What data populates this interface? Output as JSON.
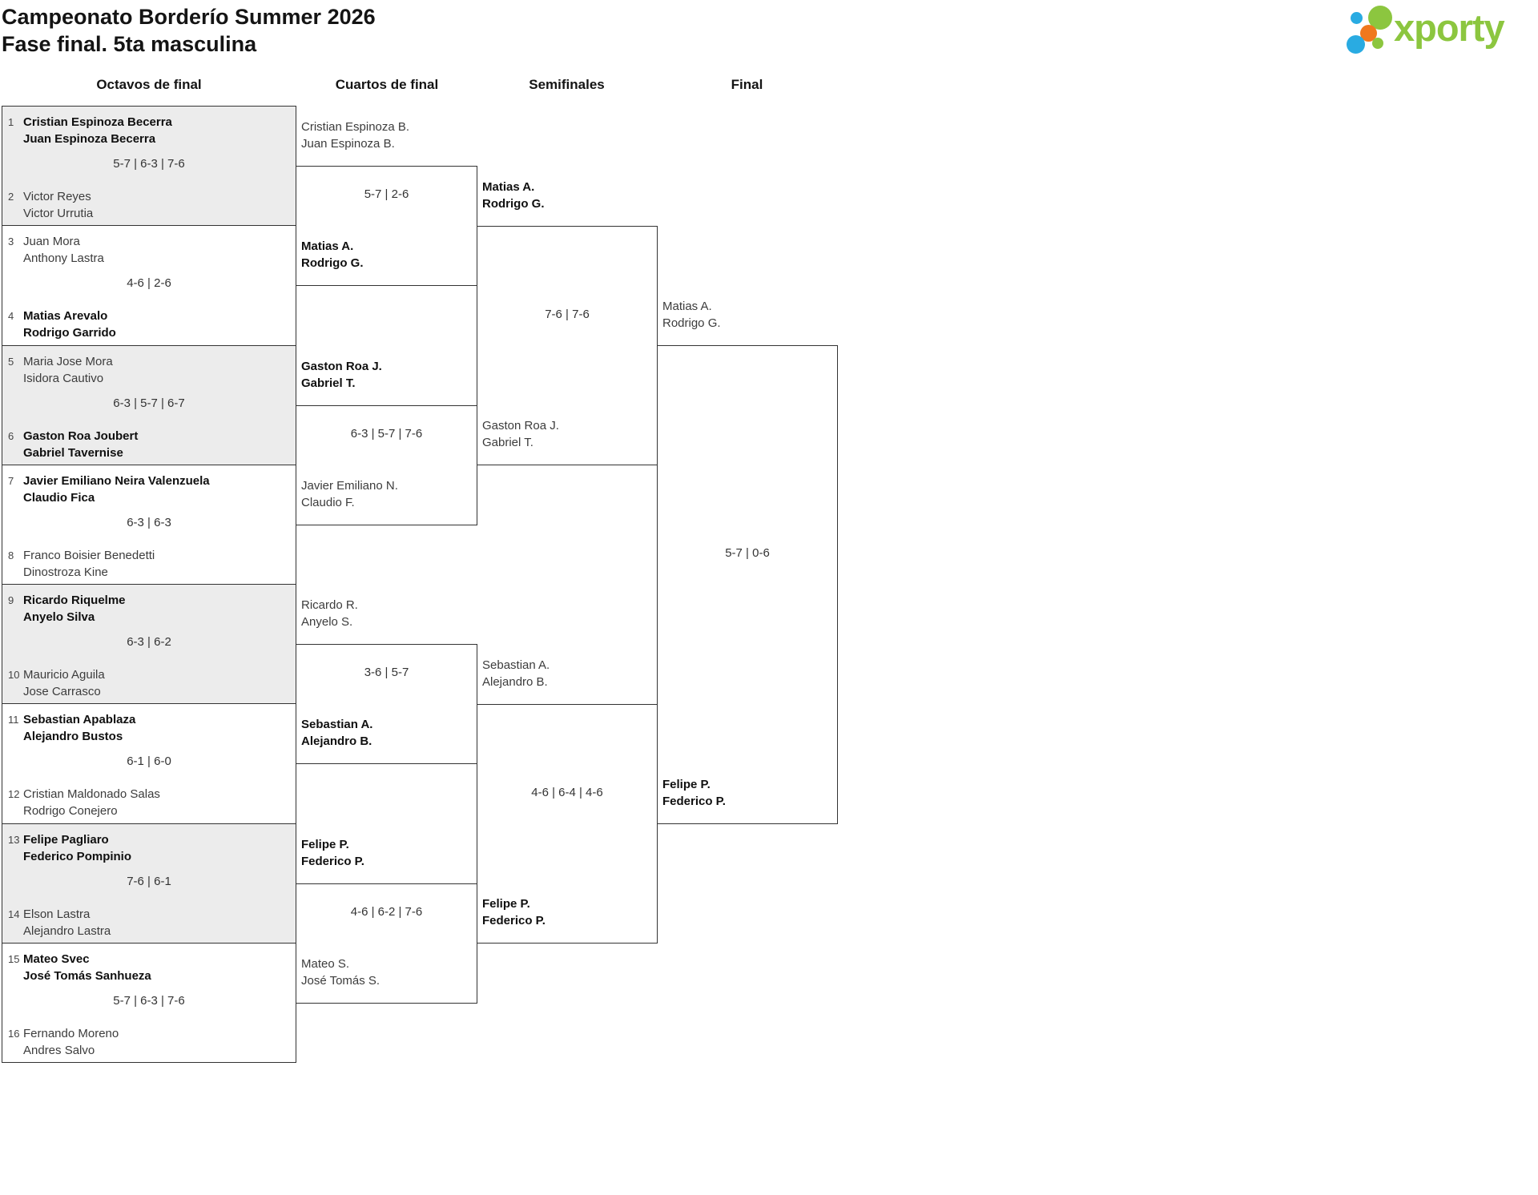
{
  "title": {
    "line1": "Campeonato Borderío Summer 2026",
    "line2": "Fase final. 5ta masculina"
  },
  "logo": {
    "text": "xporty",
    "colors": {
      "green": "#8CC63F",
      "blue": "#29ABE2",
      "orange": "#F0781E"
    }
  },
  "columns": [
    "Octavos de final",
    "Cuartos de final",
    "Semifinales",
    "Final"
  ],
  "theme": {
    "box_fill_alt": "#ececec",
    "box_border": "#333333"
  },
  "octavos": {
    "matches": [
      {
        "team1": {
          "seed": "1",
          "players": [
            "Cristian Espinoza Becerra",
            "Juan Espinoza Becerra"
          ],
          "winner": true
        },
        "score": "5-7 | 6-3 | 7-6",
        "team2": {
          "seed": "2",
          "players": [
            "Victor Reyes",
            "Victor Urrutia"
          ],
          "winner": false
        }
      },
      {
        "team1": {
          "seed": "3",
          "players": [
            "Juan Mora",
            "Anthony Lastra"
          ],
          "winner": false
        },
        "score": "4-6 | 2-6",
        "team2": {
          "seed": "4",
          "players": [
            "Matias Arevalo",
            "Rodrigo Garrido"
          ],
          "winner": true
        }
      },
      {
        "team1": {
          "seed": "5",
          "players": [
            "Maria Jose Mora",
            "Isidora Cautivo"
          ],
          "winner": false
        },
        "score": "6-3 | 5-7 | 6-7",
        "team2": {
          "seed": "6",
          "players": [
            "Gaston Roa Joubert",
            "Gabriel Tavernise"
          ],
          "winner": true
        }
      },
      {
        "team1": {
          "seed": "7",
          "players": [
            "Javier Emiliano Neira Valenzuela",
            "Claudio Fica"
          ],
          "winner": true
        },
        "score": "6-3 | 6-3",
        "team2": {
          "seed": "8",
          "players": [
            "Franco Boisier Benedetti",
            "Dinostroza Kine"
          ],
          "winner": false
        }
      },
      {
        "team1": {
          "seed": "9",
          "players": [
            "Ricardo Riquelme",
            "Anyelo Silva"
          ],
          "winner": true
        },
        "score": "6-3 | 6-2",
        "team2": {
          "seed": "10",
          "players": [
            "Mauricio Aguila",
            "Jose Carrasco"
          ],
          "winner": false
        }
      },
      {
        "team1": {
          "seed": "11",
          "players": [
            "Sebastian Apablaza",
            "Alejandro Bustos"
          ],
          "winner": true
        },
        "score": "6-1 | 6-0",
        "team2": {
          "seed": "12",
          "players": [
            "Cristian Maldonado Salas",
            "Rodrigo Conejero"
          ],
          "winner": false
        }
      },
      {
        "team1": {
          "seed": "13",
          "players": [
            "Felipe Pagliaro",
            "Federico Pompinio"
          ],
          "winner": true
        },
        "score": "7-6 | 6-1",
        "team2": {
          "seed": "14",
          "players": [
            "Elson Lastra",
            "Alejandro Lastra"
          ],
          "winner": false
        }
      },
      {
        "team1": {
          "seed": "15",
          "players": [
            "Mateo Svec",
            "José Tomás Sanhueza"
          ],
          "winner": true
        },
        "score": "5-7 | 6-3 | 7-6",
        "team2": {
          "seed": "16",
          "players": [
            "Fernando Moreno",
            "Andres Salvo"
          ],
          "winner": false
        }
      }
    ]
  },
  "cuartos": {
    "matches": [
      {
        "team1": {
          "players": [
            "Cristian Espinoza B.",
            "Juan Espinoza B."
          ],
          "winner": false
        },
        "score": "5-7 | 2-6",
        "team2": {
          "players": [
            "Matias A.",
            "Rodrigo G."
          ],
          "winner": true
        }
      },
      {
        "team1": {
          "players": [
            "Gaston Roa J.",
            "Gabriel T."
          ],
          "winner": true
        },
        "score": "6-3 | 5-7 | 7-6",
        "team2": {
          "players": [
            "Javier Emiliano N.",
            "Claudio F."
          ],
          "winner": false
        }
      },
      {
        "team1": {
          "players": [
            "Ricardo R.",
            "Anyelo S."
          ],
          "winner": false
        },
        "score": "3-6 | 5-7",
        "team2": {
          "players": [
            "Sebastian A.",
            "Alejandro B."
          ],
          "winner": true
        }
      },
      {
        "team1": {
          "players": [
            "Felipe P.",
            "Federico P."
          ],
          "winner": true
        },
        "score": "4-6 | 6-2 | 7-6",
        "team2": {
          "players": [
            "Mateo S.",
            "José Tomás S."
          ],
          "winner": false
        }
      }
    ]
  },
  "semifinales": {
    "matches": [
      {
        "team1": {
          "players": [
            "Matias A.",
            "Rodrigo G."
          ],
          "winner": true
        },
        "score": "7-6 | 7-6",
        "team2": {
          "players": [
            "Gaston Roa J.",
            "Gabriel T."
          ],
          "winner": false
        }
      },
      {
        "team1": {
          "players": [
            "Sebastian A.",
            "Alejandro B."
          ],
          "winner": false
        },
        "score": "4-6 | 6-4 | 4-6",
        "team2": {
          "players": [
            "Felipe P.",
            "Federico P."
          ],
          "winner": true
        }
      }
    ]
  },
  "final": {
    "matches": [
      {
        "team1": {
          "players": [
            "Matias A.",
            "Rodrigo G."
          ],
          "winner": false
        },
        "score": "5-7 | 0-6",
        "team2": {
          "players": [
            "Felipe P.",
            "Federico P."
          ],
          "winner": true
        }
      }
    ]
  }
}
